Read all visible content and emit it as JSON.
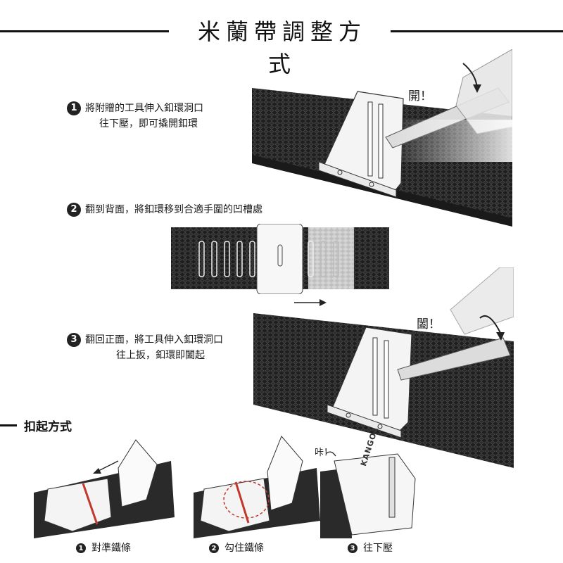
{
  "title": "米蘭帶調整方式",
  "steps": [
    {
      "num": "1",
      "line1": "將附贈的工具伸入釦環洞口",
      "line2": "往下壓，即可撬開釦環"
    },
    {
      "num": "2",
      "line1": "翻到背面，將釦環移到合適手圍的凹槽處",
      "line2": ""
    },
    {
      "num": "3",
      "line1": "翻回正面，將工具伸入釦環洞口",
      "line2": "往上扳，釦環即闔起"
    }
  ],
  "callouts": {
    "open": "開！",
    "close": "闔！",
    "click": "咔！"
  },
  "clasp_section": {
    "heading": "扣起方式",
    "captions": [
      {
        "num": "1",
        "label": "對準鐵條"
      },
      {
        "num": "2",
        "label": "勾住鐵條"
      },
      {
        "num": "3",
        "label": "往下壓"
      }
    ],
    "brand": "KANGOL"
  },
  "colors": {
    "mesh": "#2b2b2b",
    "accent_red": "#c0392b",
    "ink": "#111111"
  }
}
